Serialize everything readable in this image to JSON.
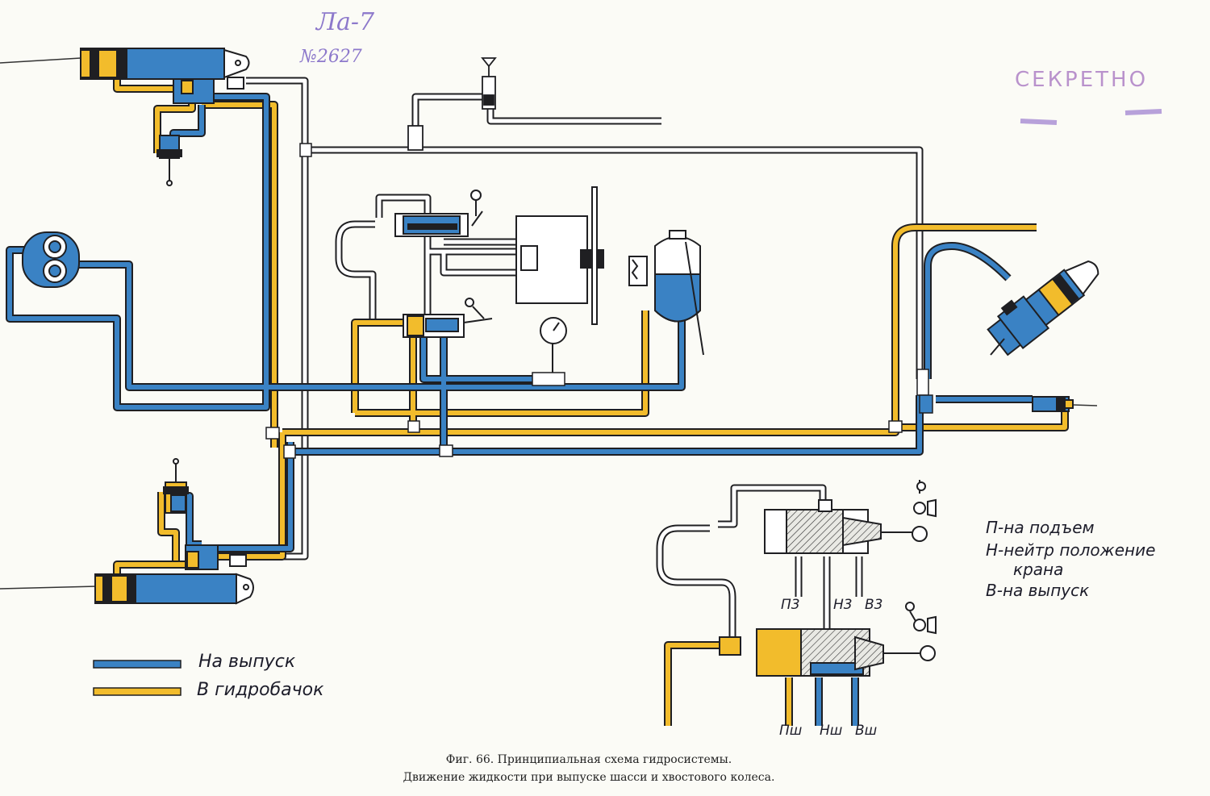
{
  "figure": {
    "caption_line1": "Фиг. 66. Принципиальная схема гидросистемы.",
    "caption_line2": "Движение жидкости при выпуске шасси и хвостового колеса."
  },
  "legend": {
    "items": [
      {
        "label": "На выпуск",
        "color": "#3a82c4"
      },
      {
        "label": "В гидробачок",
        "color": "#f2bc2c"
      }
    ]
  },
  "valve_key": {
    "lines": [
      "П-на подъем",
      "Н-нейтр положение",
      "крана",
      "В-на выпуск"
    ]
  },
  "port_labels": {
    "upper": [
      "П3",
      "Н3",
      "В3"
    ],
    "lower": [
      "Пш",
      "Нш",
      "Вш"
    ]
  },
  "marks": {
    "handwritten_title": "Ла-7",
    "handwritten_number": "№2627",
    "stamp_text": "СЕКРЕТНО"
  },
  "colors": {
    "release_line": "#3a82c4",
    "return_line": "#f2bc2c",
    "neutral_line": "#ffffff",
    "outline": "#1f1f22"
  }
}
